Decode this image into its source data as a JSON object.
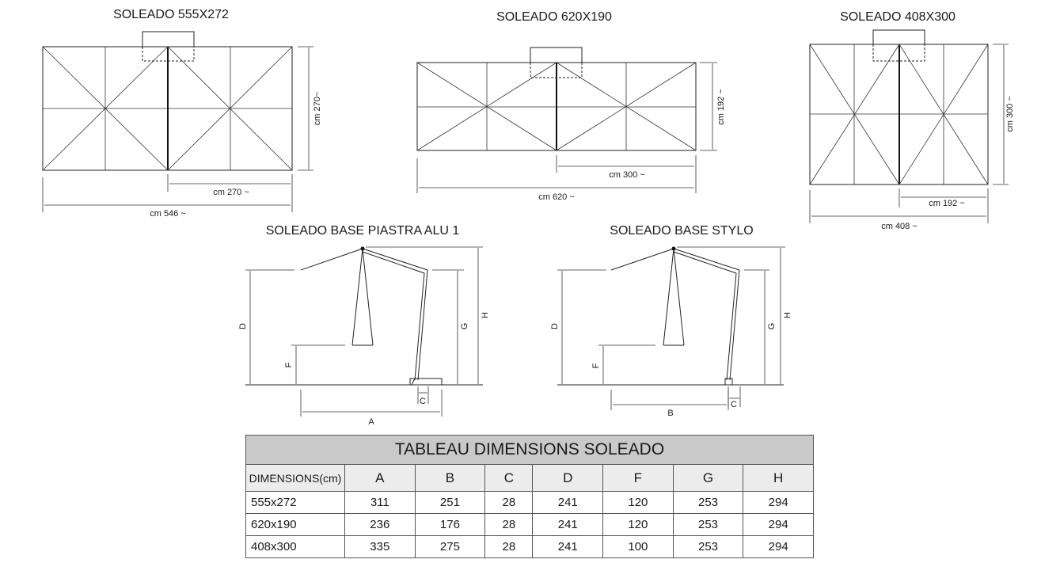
{
  "plans": [
    {
      "title": "SOLEADO 555X272",
      "height": "cm 270~",
      "half": "cm 270 ~",
      "width": "cm 546 ~"
    },
    {
      "title": "SOLEADO 620X190",
      "height": "cm 192 ~",
      "half": "cm 300 ~",
      "width": "cm 620 ~"
    },
    {
      "title": "SOLEADO 408X300",
      "height": "cm 300 ~",
      "half": "cm 192 ~",
      "width": "cm 408 ~"
    }
  ],
  "elevations": [
    {
      "title": "SOLEADO BASE PIASTRA ALU 1",
      "labels": {
        "D": "D",
        "F": "F",
        "G": "G",
        "H": "H",
        "A": "A",
        "C": "C"
      }
    },
    {
      "title": "SOLEADO BASE STYLO",
      "labels": {
        "D": "D",
        "F": "F",
        "G": "G",
        "H": "H",
        "B": "B",
        "C": "C"
      }
    }
  ],
  "table": {
    "title": "TABLEAU DIMENSIONS SOLEADO",
    "headers": [
      "DIMENSIONS(cm)",
      "A",
      "B",
      "C",
      "D",
      "F",
      "G",
      "H"
    ],
    "rows": [
      [
        "555x272",
        "311",
        "251",
        "28",
        "241",
        "120",
        "253",
        "294"
      ],
      [
        "620x190",
        "236",
        "176",
        "28",
        "241",
        "120",
        "253",
        "294"
      ],
      [
        "408x300",
        "335",
        "275",
        "28",
        "241",
        "100",
        "253",
        "294"
      ]
    ]
  }
}
